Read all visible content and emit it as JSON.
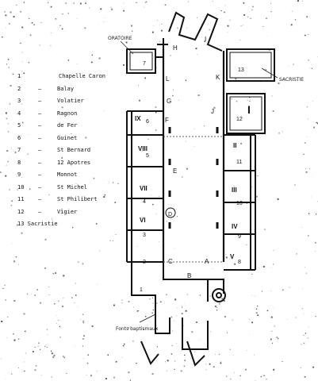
{
  "legend": [
    {
      "num": "1",
      "dash": "",
      "name": "Chapelle   Caron"
    },
    {
      "num": "2",
      "dash": "–",
      "name": "Balay"
    },
    {
      "num": "3",
      "dash": "–",
      "name": "Volatier"
    },
    {
      "num": "4",
      "dash": "–",
      "name": "Ragnon"
    },
    {
      "num": "5",
      "dash": "–",
      "name": "de Fer"
    },
    {
      "num": "6",
      "dash": "–",
      "name": "Guinet"
    },
    {
      "num": "7",
      "dash": "–",
      "name": "St Bernard"
    },
    {
      "num": "8",
      "dash": "–",
      "name": "12 Apotres"
    },
    {
      "num": "9",
      "dash": "–",
      "name": "Monnot"
    },
    {
      "num": "10",
      "dash": "–",
      "name": "St Michel"
    },
    {
      "num": "11",
      "dash": "–",
      "name": "St Philibert"
    },
    {
      "num": "12",
      "dash": "–",
      "name": "Vigier"
    },
    {
      "num": "",
      "dash": "",
      "name": "13 Sacristie"
    }
  ],
  "plan": {
    "handwritten": {
      "oratoire": "ORATOIRE",
      "sacristie": "SACRISTIE",
      "fonts": "Fonts baptismaux"
    },
    "letters": {
      "H": "H",
      "I": "I",
      "L": "L",
      "K": "K",
      "G": "G",
      "J": "J",
      "F": "F",
      "E": "E",
      "D": "D",
      "C": "C",
      "B": "B",
      "A": "A"
    },
    "roman": {
      "IX": "IX",
      "VIII": "VIII",
      "VII": "VII",
      "VI": "VI",
      "I": "I",
      "II": "II",
      "III": "III",
      "IV": "IV",
      "V": "V"
    },
    "chapels": {
      "c1": "1",
      "c2": "2",
      "c3": "3",
      "c4": "4",
      "c5": "5",
      "c6": "6",
      "c7": "7",
      "c8": "8",
      "c9": "9",
      "c10": "10",
      "c11": "11",
      "c12": "12",
      "c13": "13"
    }
  }
}
